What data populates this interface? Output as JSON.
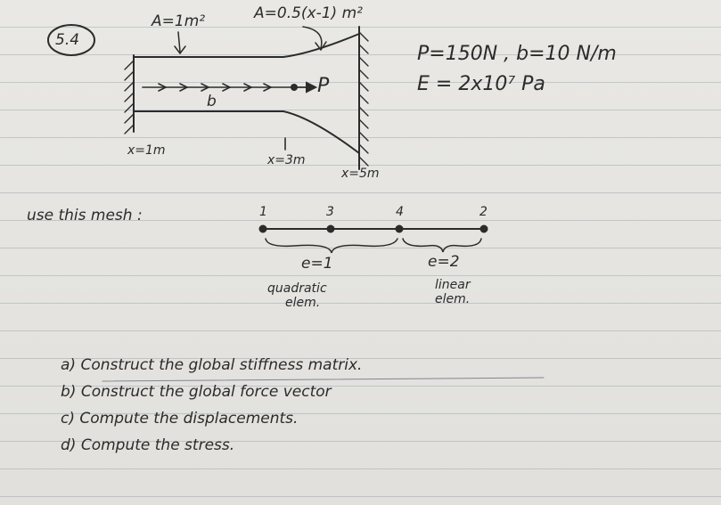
{
  "problem": {
    "number": "5.4",
    "area_left": "A=1m²",
    "area_var": "A=0.5(x-1) m²",
    "load_P": "P=150N , b=10 N/m",
    "modulus_E": "E = 2x10⁷ Pa",
    "load_p_label": "P",
    "load_b_label": "b",
    "x1": "x=1m",
    "x3": "x=3m",
    "x5": "x=5m"
  },
  "mesh": {
    "caption": "use this mesh :",
    "nodes": [
      "1",
      "3",
      "4",
      "2"
    ],
    "e1": "e=1",
    "e1_type_1": "quadratic",
    "e1_type_2": "elem.",
    "e2": "e=2",
    "e2_type_1": "linear",
    "e2_type_2": "elem."
  },
  "questions": [
    "a) Construct the global stiffness matrix.",
    "b) Construct the global force vector",
    "c) Compute the displacements.",
    "d) Compute the stress."
  ]
}
